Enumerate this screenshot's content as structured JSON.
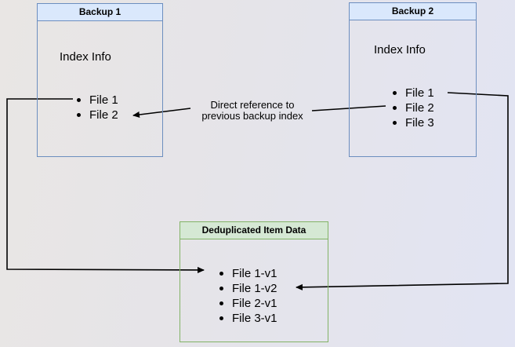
{
  "diagram": {
    "nodes": {
      "backup1": {
        "title": "Backup 1",
        "subtitle": "Index Info",
        "items": [
          "File 1",
          "File 2"
        ]
      },
      "backup2": {
        "title": "Backup 2",
        "subtitle": "Index Info",
        "items": [
          "File 1",
          "File 2",
          "File 3"
        ]
      },
      "dedup": {
        "title": "Deduplicated Item Data",
        "items": [
          "File 1-v1",
          "File 1-v2",
          "File 2-v1",
          "File 3-v1"
        ]
      }
    },
    "edges": {
      "reference_label": "Direct reference to\nprevious backup index",
      "connections": [
        "Backup 1 / File 1 -> Deduplicated Item Data / File 1-v1",
        "Backup 2 / File 1 -> Deduplicated Item Data / File 1-v2",
        "Backup 2 / File 2 -> Backup 1 / File 2 (direct reference to previous backup index)"
      ]
    },
    "colors": {
      "backup_header_fill": "#dae8fc",
      "backup_border": "#6c8ebf",
      "dedup_header_fill": "#d5e8d4",
      "dedup_border": "#82b366",
      "connector": "#000000",
      "background_left": "#e9e6e4",
      "background_right": "#e2e4f3"
    }
  }
}
